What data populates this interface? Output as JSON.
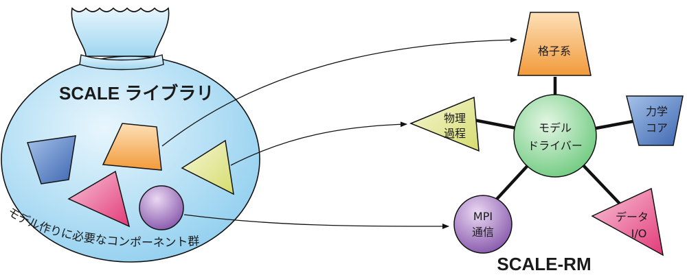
{
  "library": {
    "title": "SCALE ライブラリ",
    "caption": "モデル作りに必要なコンポーネント群"
  },
  "model": {
    "title": "SCALE-RM",
    "center": {
      "line1": "モデル",
      "line2": "ドライバー"
    },
    "grid": {
      "label": "格子系"
    },
    "physics": {
      "line1": "物理",
      "line2": "過程"
    },
    "dynamics": {
      "line1": "力学",
      "line2": "コア"
    },
    "data_io": {
      "line1": "データ",
      "line2": "I/O"
    },
    "mpi": {
      "line1": "MPI",
      "line2": "通信"
    }
  },
  "colors": {
    "bag": "#bfe4f7",
    "grid": "#f5b464",
    "physics": "#e6ea9e",
    "dynamics": "#5b82c4",
    "data_io": "#e85c8c",
    "mpi": "#9a73b8",
    "center": "#8fd49a"
  }
}
